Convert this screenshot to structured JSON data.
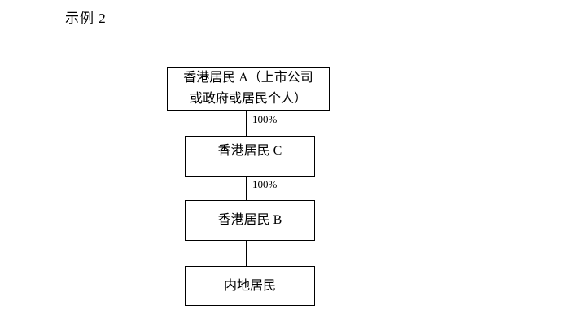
{
  "page": {
    "title": "示例 2"
  },
  "diagram": {
    "nodes": [
      {
        "id": "A",
        "label": "香港居民 A（上市公司\n或政府或居民个人）"
      },
      {
        "id": "C",
        "label": "香港居民 C"
      },
      {
        "id": "B",
        "label": "香港居民 B"
      },
      {
        "id": "D",
        "label": "内地居民"
      }
    ],
    "edges": [
      {
        "from": "A",
        "to": "C",
        "label": "100%"
      },
      {
        "from": "C",
        "to": "B",
        "label": "100%"
      },
      {
        "from": "B",
        "to": "D",
        "label": ""
      }
    ],
    "colors": {
      "text": "#000000",
      "border": "#000000",
      "background": "#ffffff"
    }
  }
}
